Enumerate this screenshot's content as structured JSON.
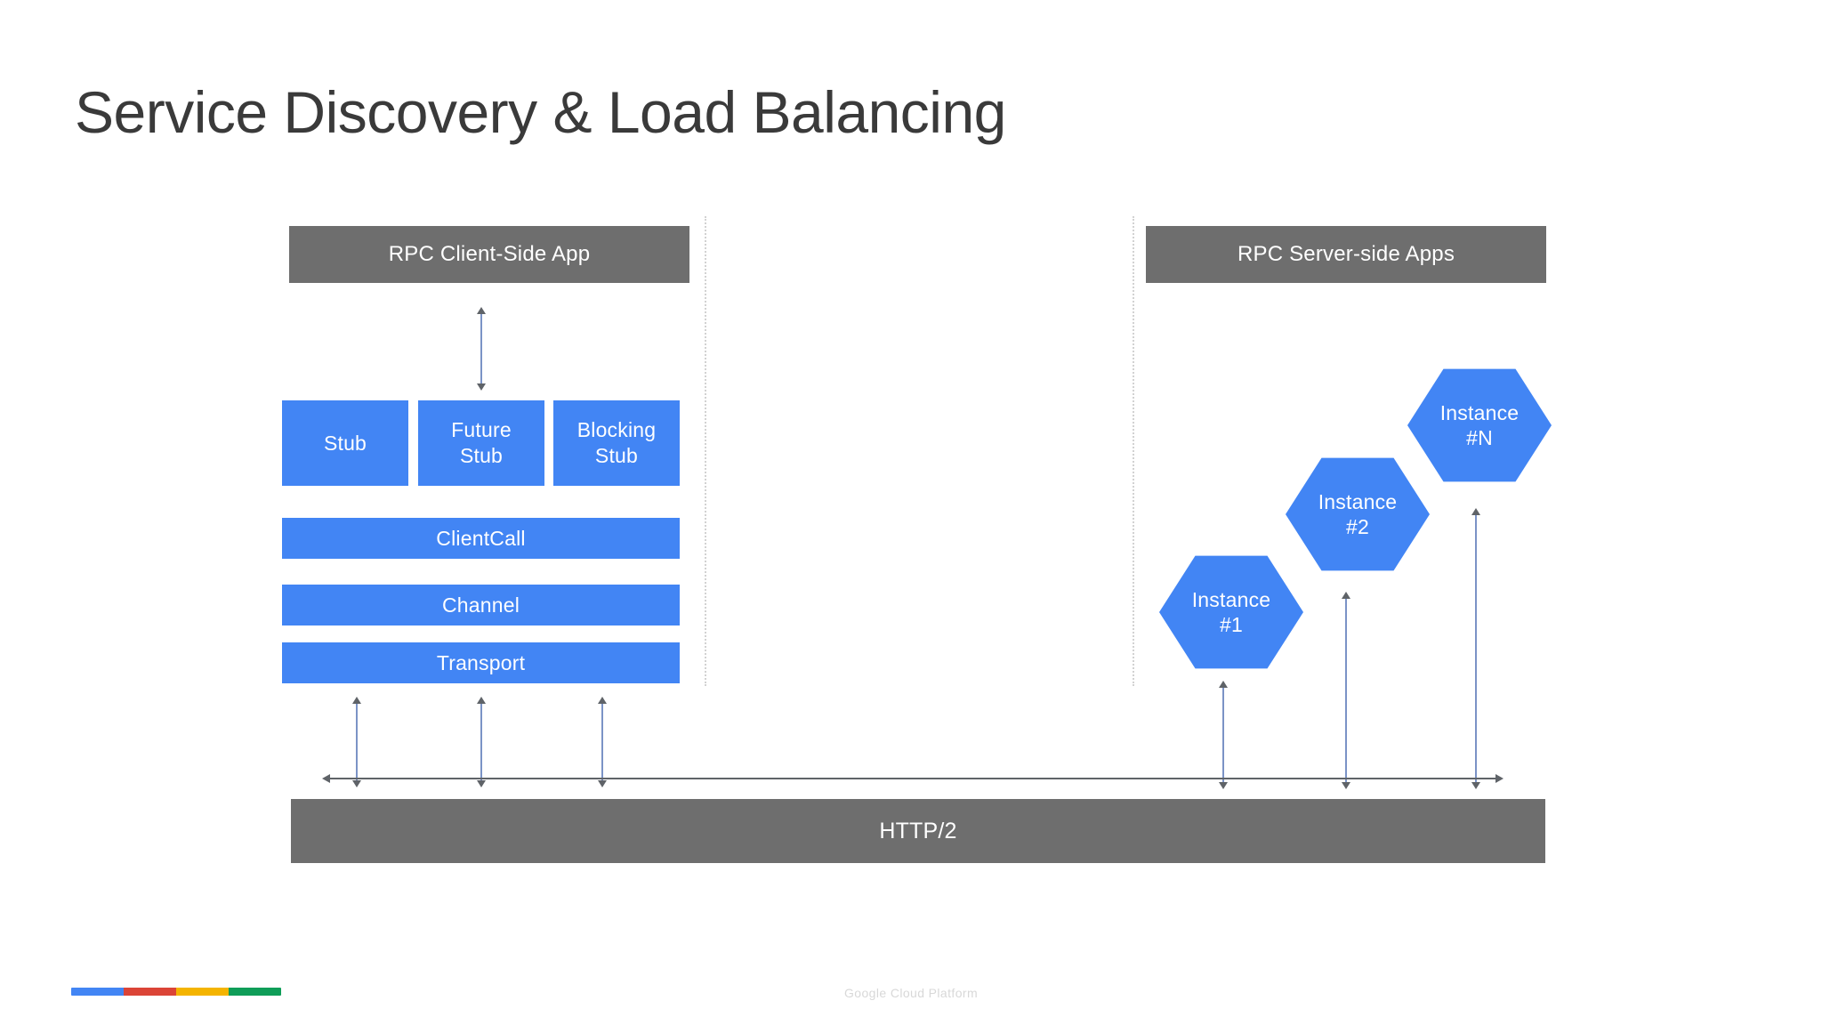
{
  "slide": {
    "title": "Service Discovery & Load Balancing",
    "background_color": "#ffffff"
  },
  "colors": {
    "blue": "#4285f4",
    "gray": "#6e6e6e",
    "title_text": "#3a3a3a",
    "arrow": "#5f6368",
    "divider": "#d2d2d2"
  },
  "client_side": {
    "app_bar_label": "RPC Client-Side App",
    "stubs": [
      {
        "label": "Stub"
      },
      {
        "label": "Future\nStub"
      },
      {
        "label": "Blocking\nStub"
      }
    ],
    "layers": [
      {
        "label": "ClientCall"
      },
      {
        "label": "Channel"
      },
      {
        "label": "Transport"
      }
    ]
  },
  "server_side": {
    "app_bar_label": "RPC Server-side Apps",
    "instances": [
      {
        "label": "Instance\n#1"
      },
      {
        "label": "Instance\n#2"
      },
      {
        "label": "Instance\n#N"
      }
    ]
  },
  "transport_layer": {
    "label": "HTTP/2"
  },
  "footer": {
    "brand": "Google Cloud Platform",
    "logo_segments": [
      "#4285f4",
      "#db4437",
      "#f4b400",
      "#0f9d58"
    ]
  }
}
